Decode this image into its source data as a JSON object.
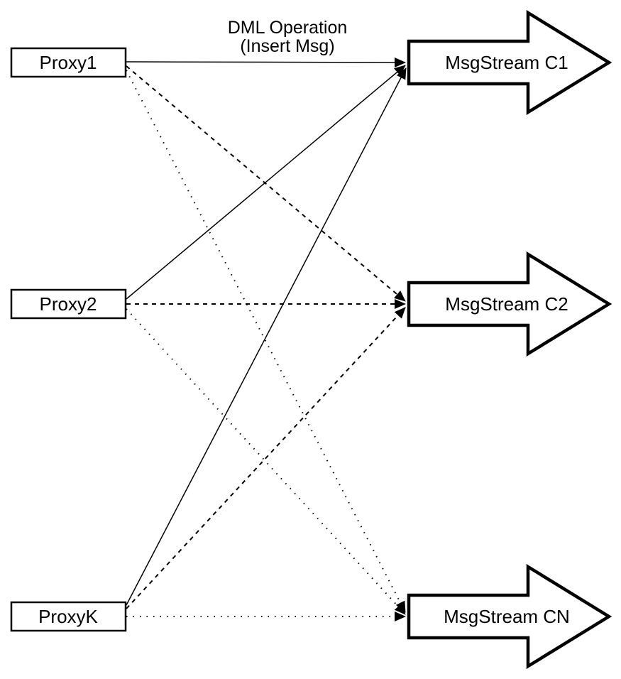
{
  "diagram": {
    "title": {
      "line1": "DML Operation",
      "line2": "(Insert Msg)"
    },
    "proxies": [
      {
        "id": "proxy1",
        "label": "Proxy1"
      },
      {
        "id": "proxy2",
        "label": "Proxy2"
      },
      {
        "id": "proxyk",
        "label": "ProxyK"
      }
    ],
    "streams": [
      {
        "id": "c1",
        "label": "MsgStream C1"
      },
      {
        "id": "c2",
        "label": "MsgStream C2"
      },
      {
        "id": "cn",
        "label": "MsgStream CN"
      }
    ],
    "edges": [
      {
        "from": "Proxy1",
        "to": "MsgStream C1",
        "style": "solid"
      },
      {
        "from": "Proxy1",
        "to": "MsgStream C2",
        "style": "dashed"
      },
      {
        "from": "Proxy1",
        "to": "MsgStream CN",
        "style": "dotted"
      },
      {
        "from": "Proxy2",
        "to": "MsgStream C1",
        "style": "solid"
      },
      {
        "from": "Proxy2",
        "to": "MsgStream C2",
        "style": "dashed"
      },
      {
        "from": "Proxy2",
        "to": "MsgStream CN",
        "style": "dotted"
      },
      {
        "from": "ProxyK",
        "to": "MsgStream C1",
        "style": "solid"
      },
      {
        "from": "ProxyK",
        "to": "MsgStream C2",
        "style": "dashed"
      },
      {
        "from": "ProxyK",
        "to": "MsgStream CN",
        "style": "dotted"
      }
    ],
    "colors": {
      "line": "#000000",
      "node_fill": "#ffffff",
      "node_border": "#000000",
      "background": "#ffffff"
    }
  }
}
